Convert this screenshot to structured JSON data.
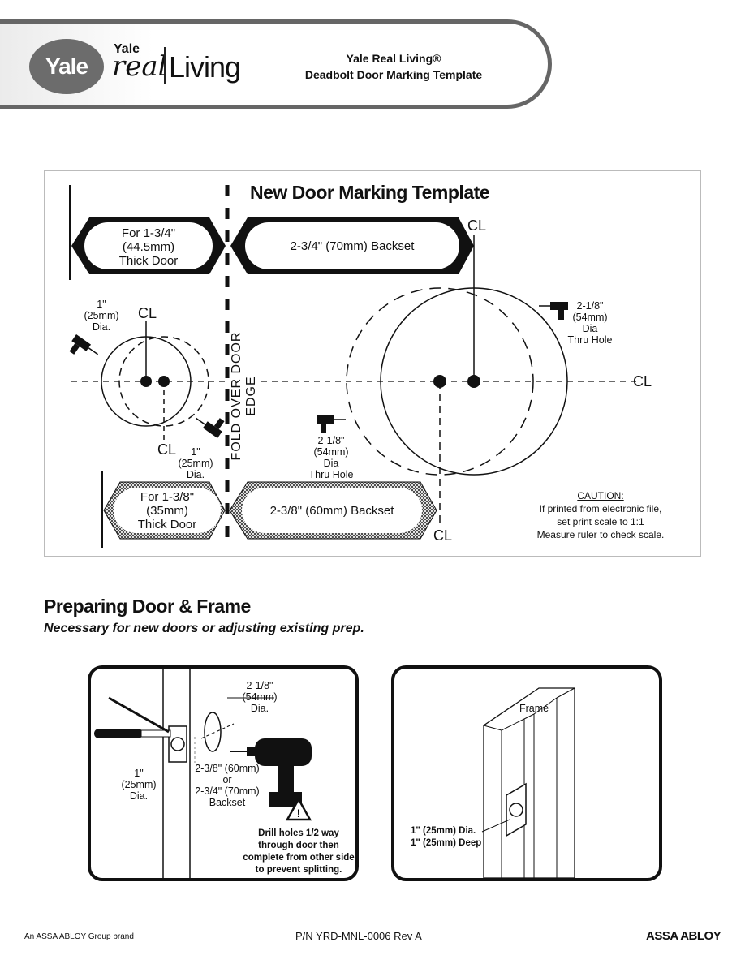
{
  "header": {
    "logo_text": "Yale",
    "brand_yale": "Yale",
    "brand_real": "real",
    "brand_living": "Living",
    "title_line1": "Yale Real Living®",
    "title_line2": "Deadbolt Door Marking Template"
  },
  "template": {
    "title": "New Door Marking Template",
    "thick_134": [
      "For 1-3/4\"",
      "(44.5mm)",
      "Thick Door"
    ],
    "backset_234": "2-3/4\" (70mm) Backset",
    "thick_138": [
      "For 1-3/8\"",
      "(35mm)",
      "Thick Door"
    ],
    "backset_238": "2-3/8\" (60mm) Backset",
    "fold_text": "FOLD OVER DOOR EDGE",
    "cl_symbol": "CL",
    "small_hole_top": [
      "1\"",
      "(25mm)",
      "Dia."
    ],
    "small_hole_bottom": [
      "1\"",
      "(25mm)",
      "Dia."
    ],
    "big_hole_right": [
      "2-1/8\"",
      "(54mm)",
      "Dia",
      "Thru Hole"
    ],
    "big_hole_center": [
      "2-1/8\"",
      "(54mm)",
      "Dia",
      "Thru Hole"
    ],
    "caution": [
      "CAUTION:",
      "If printed from electronic file,",
      "set print scale to 1:1",
      "Measure ruler to check scale."
    ]
  },
  "prep": {
    "title": "Preparing Door & Frame",
    "subtitle": "Necessary for new doors or adjusting existing prep.",
    "panel1": {
      "hole_label": [
        "2-1/8\"",
        "(54mm)",
        "Dia."
      ],
      "edge_label": [
        "1\"",
        "(25mm)",
        "Dia."
      ],
      "backset_label": [
        "2-3/8\" (60mm)",
        "or",
        "2-3/4\" (70mm)",
        "Backset"
      ],
      "warning": [
        "Drill holes 1/2 way",
        "through door then",
        "complete from other side",
        "to prevent splitting."
      ]
    },
    "panel2": {
      "frame_label": "Frame",
      "strike_label": [
        "1\" (25mm) Dia.",
        "1\" (25mm) Deep"
      ]
    }
  },
  "footer": {
    "left": "An ASSA ABLOY Group brand",
    "center": "P/N YRD-MNL-0006 Rev A",
    "right": "ASSA ABLOY"
  }
}
